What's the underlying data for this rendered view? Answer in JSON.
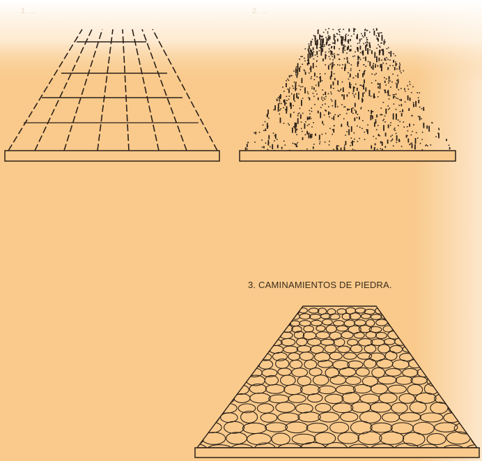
{
  "captions": {
    "top_left": "1. ...",
    "top_right": "2. ...",
    "stone": "3. CAMINAMIENTOS DE PIEDRA."
  },
  "colors": {
    "paper": "#f9ca8c",
    "haze": "#ffffff",
    "ink": "#2a1f17"
  }
}
